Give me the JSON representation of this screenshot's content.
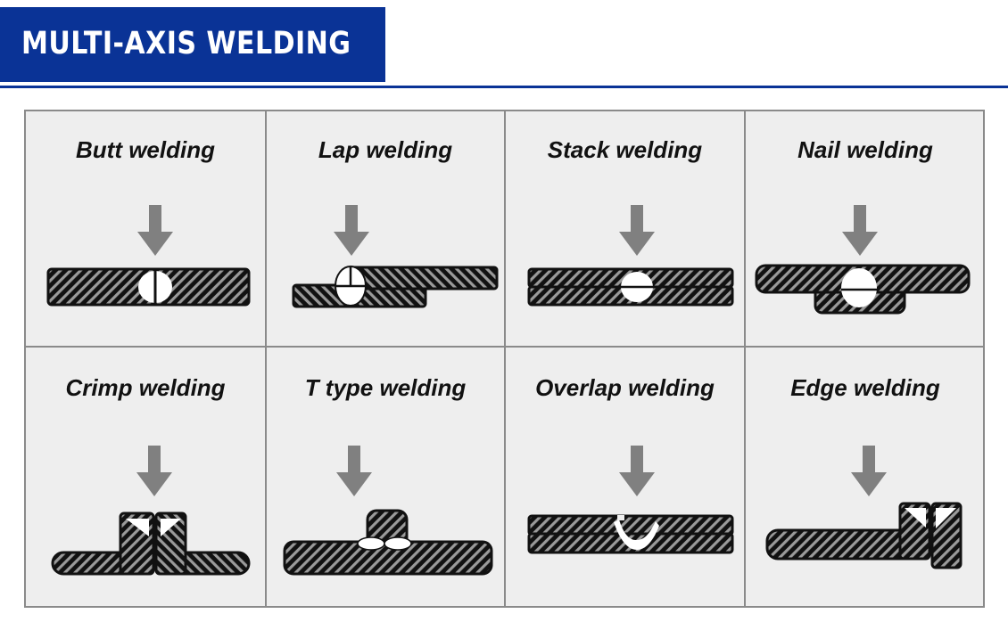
{
  "header": {
    "title": "MULTI-AXIS WELDING",
    "accent_color": "#0a3396"
  },
  "grid": {
    "rows": 2,
    "columns": 4,
    "cells": [
      {
        "label": "Butt welding",
        "figure": "butt"
      },
      {
        "label": "Lap welding",
        "figure": "lap"
      },
      {
        "label": "Stack welding",
        "figure": "stack"
      },
      {
        "label": "Nail welding",
        "figure": "nail"
      },
      {
        "label": "Crimp welding",
        "figure": "crimp"
      },
      {
        "label": "T type welding",
        "figure": "ttype"
      },
      {
        "label": "Overlap welding",
        "figure": "overlap"
      },
      {
        "label": "Edge welding",
        "figure": "edge"
      }
    ]
  },
  "colors": {
    "cell_background": "#eeeeee",
    "border": "#8a8a8a",
    "arrow": "#808080",
    "metal": "#111111"
  }
}
